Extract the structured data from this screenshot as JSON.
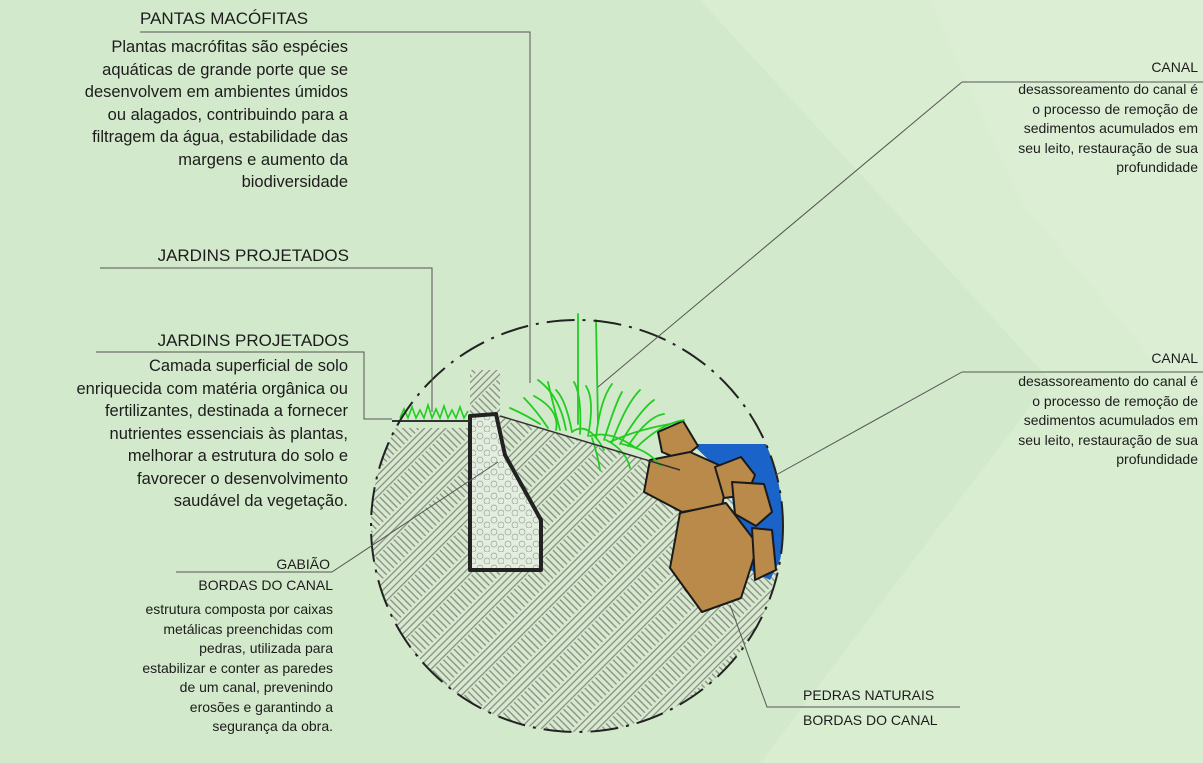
{
  "colors": {
    "background": "#d3e9cb",
    "water": "#1a63c8",
    "vegetation": "#22cc22",
    "stone": "#b98a4a",
    "leader_line": "#555555"
  },
  "labels": {
    "macrofitas": {
      "title": "PANTAS MACÓFITAS",
      "text": "Plantas macrófitas são espécies\naquáticas de grande porte que se\ndesenvolvem em ambientes úmidos\nou alagados, contribuindo para a\nfiltragem da água, estabilidade das\nmargens e aumento da\nbiodiversidade"
    },
    "jardins_1": {
      "title": "JARDINS PROJETADOS"
    },
    "jardins_2": {
      "title": "JARDINS PROJETADOS",
      "text": "Camada superficial de solo\nenriquecida com matéria orgânica ou\nfertilizantes, destinada a fornecer\nnutrientes essenciais às plantas,\nmelhorar a estrutura do solo e\nfavorecer o desenvolvimento\nsaudável da vegetação."
    },
    "gabiao": {
      "title": "GABIÃO",
      "subtitle": "BORDAS DO CANAL",
      "text": "estrutura composta por caixas\nmetálicas preenchidas com\npedras, utilizada para\nestabilizar e conter as paredes\nde um canal, prevenindo\nerosões e garantindo a\nsegurança da obra."
    },
    "canal_1": {
      "title": "CANAL",
      "text": "desassoreamento do canal é\no processo de remoção de\nsedimentos acumulados em\nseu leito, restauração de sua\nprofundidade"
    },
    "canal_2": {
      "title": "CANAL",
      "text": "desassoreamento do canal é\no processo de remoção de\nsedimentos acumulados em\nseu leito, restauração de sua\nprofundidade"
    },
    "pedras": {
      "title": "PEDRAS NATURAIS",
      "subtitle": "BORDAS DO CANAL"
    }
  }
}
